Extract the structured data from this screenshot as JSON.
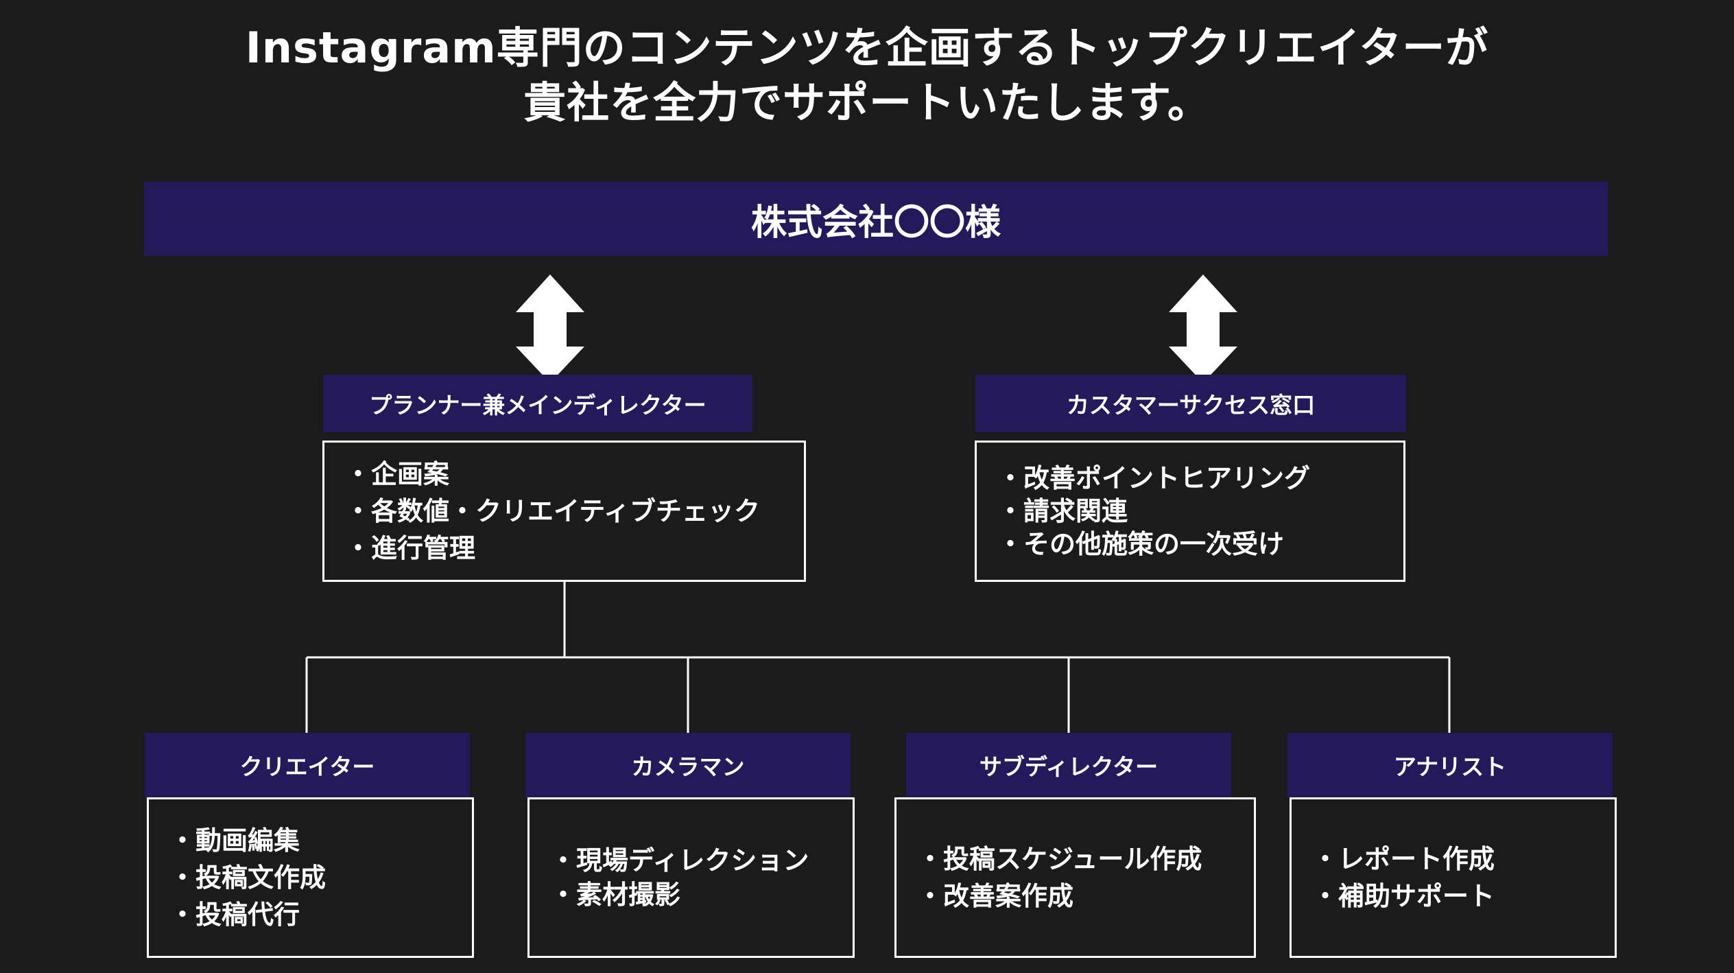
{
  "header": {
    "line1": "Instagram専門のコンテンツを企画するトップクリエイターが",
    "line2": "貴社を全力でサポートいたします。"
  },
  "client": {
    "label": "株式会社〇〇様"
  },
  "planner": {
    "title": "プランナー兼メインディレクター",
    "items": [
      "・企画案",
      "・各数値・クリエイティブチェック",
      "・進行管理"
    ]
  },
  "customer_success": {
    "title": "カスタマーサクセス窓口",
    "items": [
      "・改善ポイントヒアリング",
      "・請求関連",
      "・その他施策の一次受け"
    ]
  },
  "roles": [
    {
      "title": "クリエイター",
      "items": [
        "・動画編集",
        "・投稿文作成",
        "・投稿代行"
      ]
    },
    {
      "title": "カメラマン",
      "items": [
        "・現場ディレクション",
        "・素材撮影"
      ]
    },
    {
      "title": "サブディレクター",
      "items": [
        "・投稿スケジュール作成",
        "・改善案作成"
      ]
    },
    {
      "title": "アナリスト",
      "items": [
        "・レポート作成",
        "・補助サポート"
      ]
    }
  ],
  "colors": {
    "background": "#1b1b1b",
    "band": "#24195b",
    "text": "#ffffff",
    "border": "#ffffff"
  }
}
